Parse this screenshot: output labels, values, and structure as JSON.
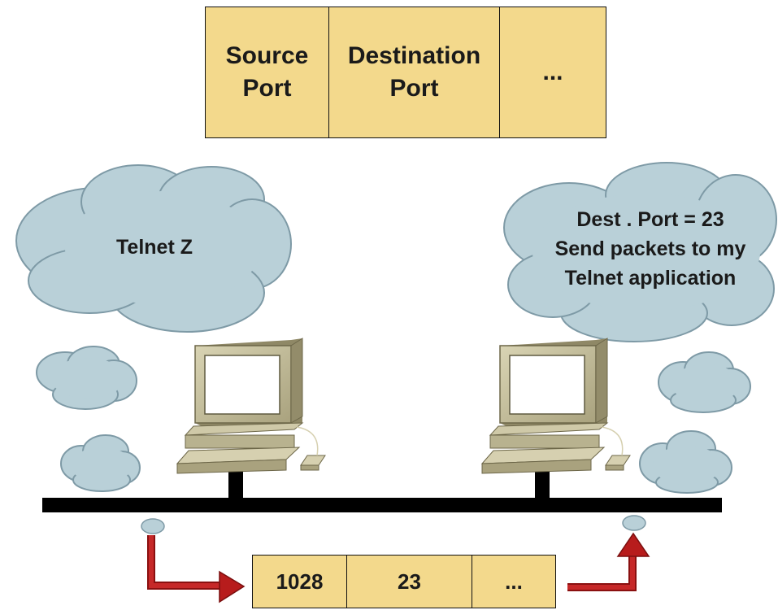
{
  "header_fields": {
    "source_port": "Source\nPort",
    "destination_port": "Destination\nPort",
    "more": "..."
  },
  "clouds": {
    "left": "Telnet Z",
    "right_line1": "Dest . Port = 23",
    "right_line2": "Send packets to my",
    "right_line3": "Telnet application"
  },
  "segment": {
    "source_port": "1028",
    "destination_port": "23",
    "more": "..."
  },
  "colors": {
    "field_fill": "#f3d98c",
    "cloud_fill": "#b9d0d8",
    "arrow": "#b71c1c",
    "network_bus": "#000000",
    "computer": "#c9c3a0"
  }
}
